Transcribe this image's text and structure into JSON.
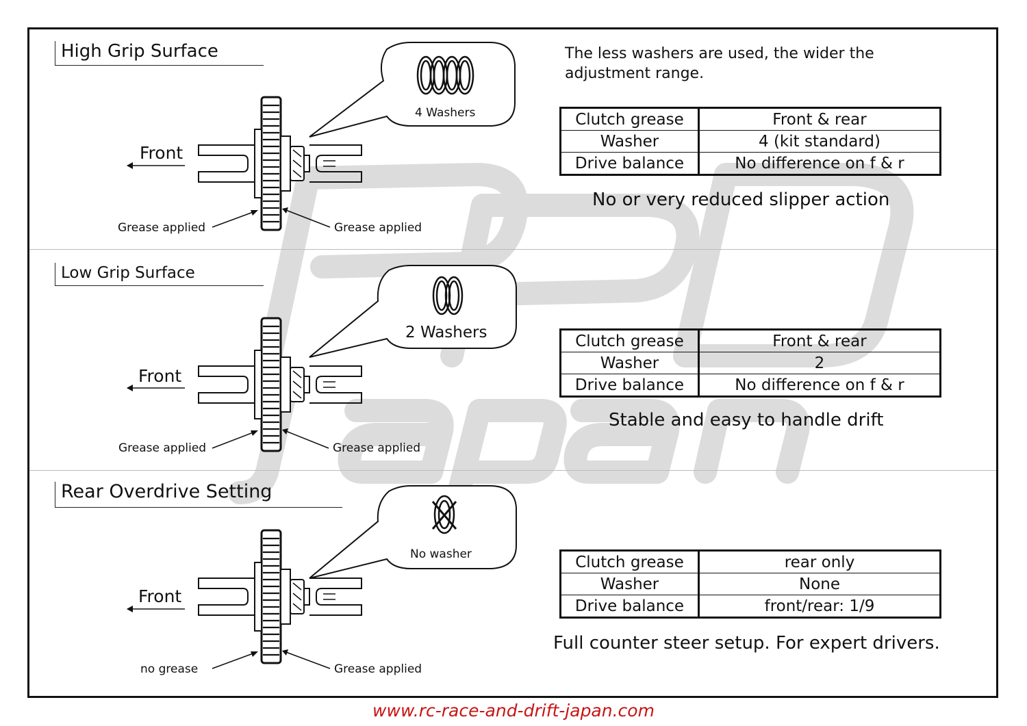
{
  "watermark": {
    "text": "RRD Japan"
  },
  "sections": [
    {
      "heading": "High Grip Surface",
      "callout_label": "4 Washers",
      "washer_count": 4,
      "front_label": "Front",
      "grease_left": "Grease applied",
      "grease_right": "Grease applied",
      "note": "The less washers are used, the wider the\nadjustment range.",
      "table": [
        {
          "key": "Clutch grease",
          "value": "Front & rear"
        },
        {
          "key": "Washer",
          "value": "4 (kit standard)"
        },
        {
          "key": "Drive balance",
          "value": "No difference on f & r"
        }
      ],
      "summary": "No or very reduced slipper action"
    },
    {
      "heading": "Low Grip Surface",
      "callout_label": "2 Washers",
      "washer_count": 2,
      "front_label": "Front",
      "grease_left": "Grease applied",
      "grease_right": "Grease applied",
      "table": [
        {
          "key": "Clutch grease",
          "value": "Front & rear"
        },
        {
          "key": "Washer",
          "value": "2"
        },
        {
          "key": "Drive balance",
          "value": "No difference on f & r"
        }
      ],
      "summary": "Stable and easy to handle drift"
    },
    {
      "heading": "Rear Overdrive Setting",
      "callout_label": "No washer",
      "washer_count": 0,
      "front_label": "Front",
      "grease_left": "no grease",
      "grease_right": "Grease applied",
      "table": [
        {
          "key": "Clutch grease",
          "value": "rear only"
        },
        {
          "key": "Washer",
          "value": "None"
        },
        {
          "key": "Drive balance",
          "value": "front/rear: 1/9"
        }
      ],
      "summary": "Full counter steer setup. For expert drivers."
    }
  ],
  "footer": "www.rc-race-and-drift-japan.com"
}
